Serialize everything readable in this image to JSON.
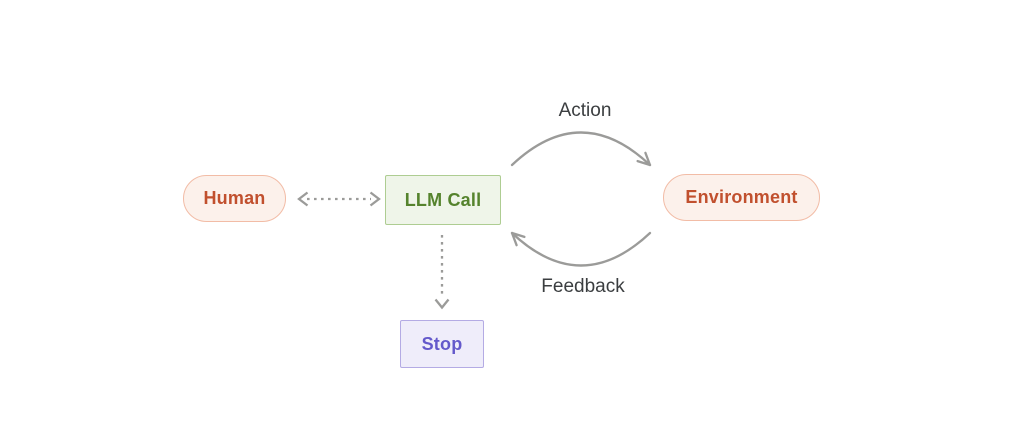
{
  "diagram": {
    "nodes": {
      "human": {
        "label": "Human"
      },
      "llm_call": {
        "label": "LLM Call"
      },
      "environment": {
        "label": "Environment"
      },
      "stop": {
        "label": "Stop"
      }
    },
    "edges": {
      "action": {
        "label": "Action"
      },
      "feedback": {
        "label": "Feedback"
      }
    }
  },
  "colors": {
    "canvas_bg": "#ffffff",
    "peach_bg": "#fcf1eb",
    "peach_border": "#f2bca6",
    "orange_text": "#c1502e",
    "green_bg": "#eff5e9",
    "green_border": "#aecd92",
    "green_text": "#55832d",
    "purple_bg": "#efedfa",
    "purple_border": "#b4abe4",
    "purple_text": "#6459cb",
    "arrow_gray": "#9b9b99",
    "label_text": "#3b3e40"
  }
}
